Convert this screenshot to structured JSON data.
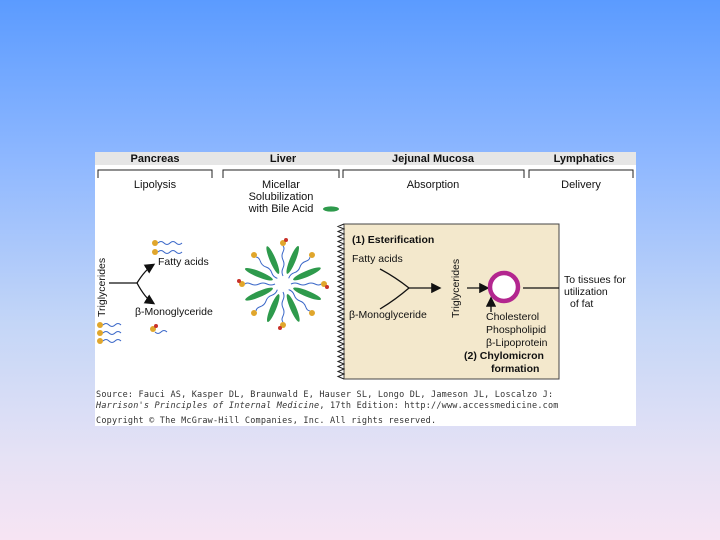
{
  "headers": {
    "pancreas": "Pancreas",
    "liver": "Liver",
    "jejunal_mucosa": "Jejunal Mucosa",
    "lymphatics": "Lymphatics"
  },
  "subheaders": {
    "lipolysis": "Lipolysis",
    "micellar_line1": "Micellar",
    "micellar_line2": "Solubilization",
    "micellar_line3": "with Bile Acid",
    "absorption": "Absorption",
    "delivery": "Delivery"
  },
  "labels": {
    "triglycerides_left": "Triglycerides",
    "fatty_acids_left": "Fatty acids",
    "monoglyceride_left": "β-Monoglyceride",
    "esterification": "(1) Esterification",
    "fatty_acids_right": "Fatty acids",
    "monoglyceride_right": "β-Monoglyceride",
    "triglycerides_right": "Triglycerides",
    "cholesterol": "Cholesterol",
    "phospholipid": "Phospholipid",
    "lipoprotein": "β-Lipoprotein",
    "chylomicron_line1": "(2) Chylomicron",
    "chylomicron_line2": "formation",
    "tissues_line1": "To tissues for",
    "tissues_line2": "utilization",
    "tissues_line3": "of fat"
  },
  "credits": {
    "source": "Source: Fauci AS, Kasper DL, Braunwald E, Hauser SL, Longo DL, Jameson JL, Loscalzo J:",
    "book": "Harrison's Principles of Internal Medicine",
    "edition": ", 17th Edition: http://www.accessmedicine.com",
    "copyright": "Copyright © The McGraw-Hill Companies, Inc. All rights reserved."
  },
  "colors": {
    "mucosa_fill": "#f3e8cc",
    "chylomicron_ring": "#b3268f",
    "bile_acid": "#2e9a4c",
    "fatty_acid_wave": "#3a67c8",
    "glycerol_head": "#e0a62c",
    "red_dot": "#c8322b"
  }
}
